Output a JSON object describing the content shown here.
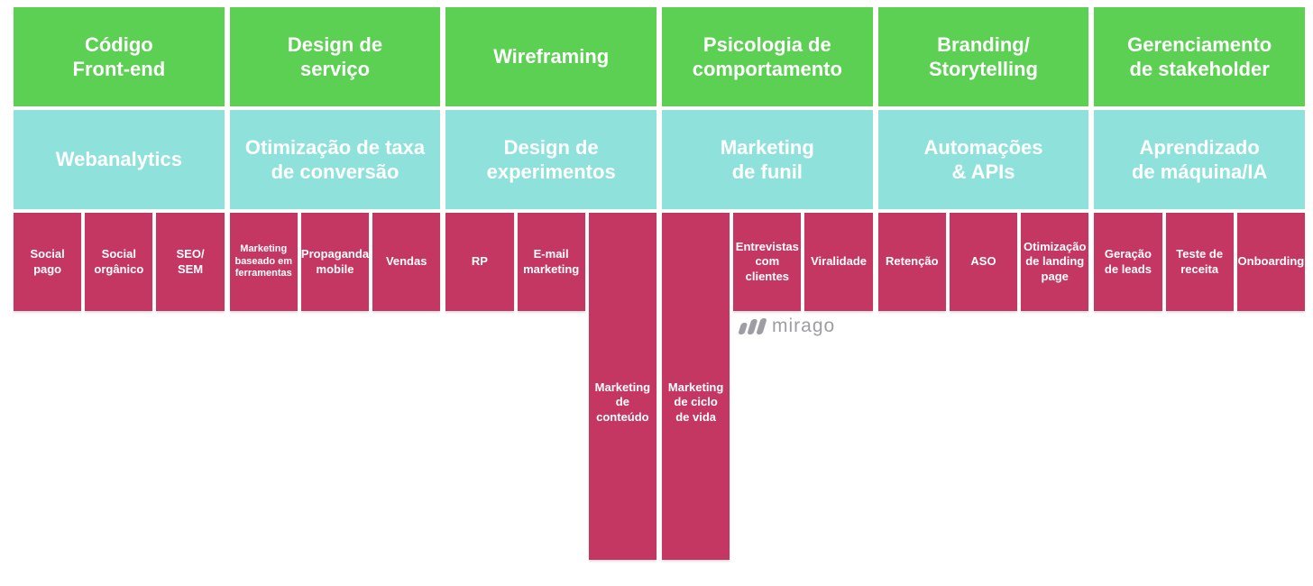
{
  "brand": {
    "name": "mirago",
    "icon": "mirago-bars-icon"
  },
  "colors": {
    "skill_green": "#5bd052",
    "discipline_teal": "#8fe2dc",
    "tactic_crimson": "#c53763",
    "logo_gray": "#9e9ca4",
    "text_white": "#ffffff"
  },
  "columns": [
    {
      "skill": "Código\nFront-end",
      "discipline": "Webanalytics",
      "tactics": [
        {
          "label": "Social\npago"
        },
        {
          "label": "Social\norgânico"
        },
        {
          "label": "SEO/\nSEM"
        }
      ]
    },
    {
      "skill": "Design de\nserviço",
      "discipline": "Otimização de taxa\nde conversão",
      "tactics": [
        {
          "label": "Marketing\nbaseado em\nferramentas"
        },
        {
          "label": "Propaganda\nmobile"
        },
        {
          "label": "Vendas"
        }
      ]
    },
    {
      "skill": "Wireframing",
      "discipline": "Design de\nexperimentos",
      "tactics": [
        {
          "label": "RP"
        },
        {
          "label": "E-mail\nmarketing"
        },
        {
          "label": "Marketing\nde conteúdo"
        }
      ]
    },
    {
      "skill": "Psicologia de\ncomportamento",
      "discipline": "Marketing\nde funil",
      "tactics": [
        {
          "label": "Marketing\nde ciclo\nde vida"
        },
        {
          "label": "Entrevistas\ncom clientes"
        },
        {
          "label": "Viralidade"
        }
      ]
    },
    {
      "skill": "Branding/\nStorytelling",
      "discipline": "Automações\n& APIs",
      "tactics": [
        {
          "label": "Retenção"
        },
        {
          "label": "ASO"
        },
        {
          "label": "Otimização\nde landing\npage"
        }
      ]
    },
    {
      "skill": "Gerenciamento\nde stakeholder",
      "discipline": "Aprendizado\nde máquina/IA",
      "tactics": [
        {
          "label": "Geração\nde leads"
        },
        {
          "label": "Teste de\nreceita"
        },
        {
          "label": "Onboarding"
        }
      ]
    }
  ]
}
